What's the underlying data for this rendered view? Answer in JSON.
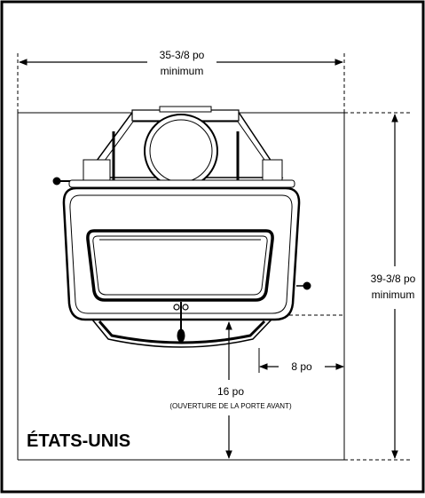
{
  "diagram": {
    "width_label": "35-3/8 po",
    "width_sublabel": "minimum",
    "depth_label": "39-3/8 po",
    "depth_sublabel": "minimum",
    "side_clearance_label": "8 po",
    "front_label": "16 po",
    "front_sublabel": "(OUVERTURE DE LA PORTE AVANT)",
    "region_label": "ÉTATS-UNIS"
  }
}
